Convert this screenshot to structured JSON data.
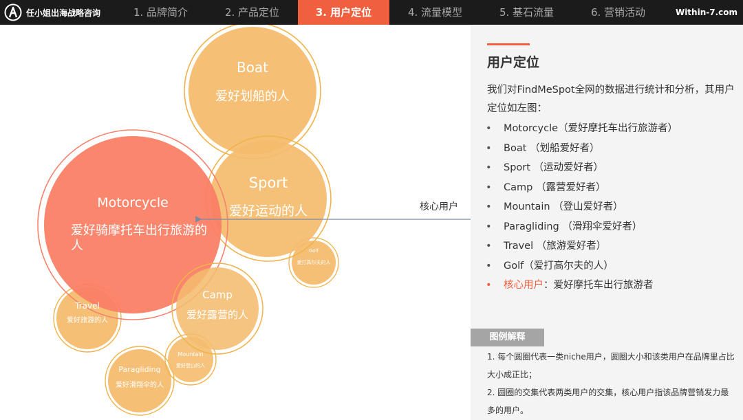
{
  "header": {
    "brand": "任小姐出海战略咨询",
    "tabs": [
      {
        "label": "1. 品牌简介",
        "active": false
      },
      {
        "label": "2. 产品定位",
        "active": false
      },
      {
        "label": "3. 用户定位",
        "active": true
      },
      {
        "label": "4. 流量模型",
        "active": false
      },
      {
        "label": "5. 基石流量",
        "active": false
      },
      {
        "label": "6. 营销活动",
        "active": false
      }
    ],
    "site": "Within-7.com"
  },
  "bubbles": [
    {
      "name": "Boat",
      "desc": "爱好划船的人"
    },
    {
      "name": "Sport",
      "desc": "爱好运动的人"
    },
    {
      "name": "Motorcycle",
      "desc": "爱好骑摩托车出行旅游的人"
    },
    {
      "name": "Golf",
      "desc": "爱打高尔夫的人"
    },
    {
      "name": "Camp",
      "desc": "爱好露营的人"
    },
    {
      "name": "Travel",
      "desc": "爱好旅游的人"
    },
    {
      "name": "Mountain",
      "desc": "爱好登山的人"
    },
    {
      "name": "Paragliding",
      "desc": "爱好滑翔伞的人"
    }
  ],
  "core_label": "核心用户",
  "panel": {
    "title": "用户定位",
    "intro": "我们对FindMeSpot全网的数据进行统计和分析，其用户定位如左图：",
    "items": [
      "Motorcycle（爱好摩托车出行旅游者）",
      "Boat （划船爱好者）",
      "Sport （运动爱好者）",
      "Camp （露营爱好者）",
      "Mountain （登山爱好者）",
      "Paragliding （滑翔伞爱好者）",
      "Travel （旅游爱好者）",
      "Golf（爱打高尔夫的人）"
    ],
    "core_item": {
      "label": "核心用户",
      "sep": "：",
      "text": "爱好摩托车出行旅游者"
    },
    "legend_title": "图例解释",
    "legend_notes": [
      "1. 每个圆圈代表一类niche用户，圆圈大小和该类用户在品牌里占比大小成正比；",
      "2. 圆圈的交集代表两类用户的交集，核心用户指该品牌营销发力最多的用户。"
    ]
  },
  "colors": {
    "accent": "#f0603f",
    "bubble_fill": "#f4bc6e",
    "bubble_ring": "#f0b34a",
    "core_fill": "#fa8066",
    "core_ring": "#f6826c",
    "topbar": "#1b1b1b",
    "panel_bg": "#f4f4f4",
    "legend_bg": "#a5a5a5"
  }
}
